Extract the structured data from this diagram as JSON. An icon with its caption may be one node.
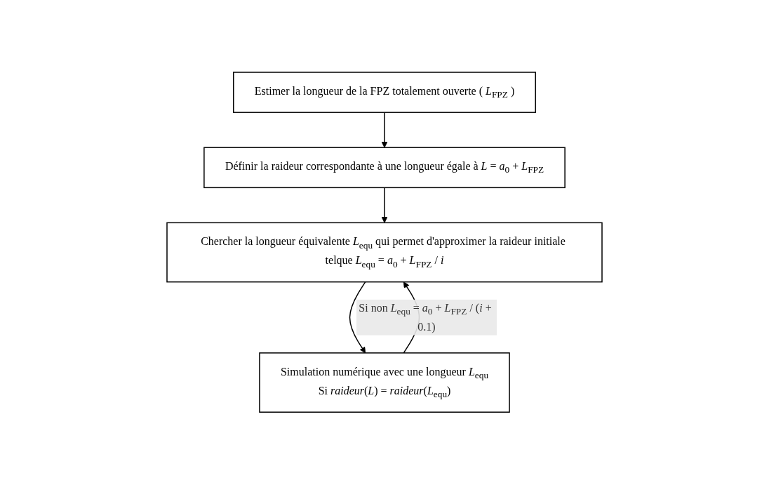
{
  "diagram": {
    "nodes": [
      {
        "text": [
          "Estimer la longueur de la FPZ totalement ouverte ( *L*$_{FPZ}$ )"
        ]
      },
      {
        "text": [
          "Définir la raideur correspondante à une longueur égale à *L* = *a*$_{0}$ + *L*$_{FPZ}$"
        ]
      },
      {
        "text": [
          "Chercher la longueur équivalente *L*$_{equ}$ qui permet d'approximer la raideur initiale telque *L*$_{equ}$ = *a*$_{0}$ + *L*$_{FPZ}$ / *i*"
        ]
      },
      {
        "text": [
          "Simulation numérique avec une longueur *L*$_{equ}$",
          "Si *raideur*(*L*) = *raideur*(*L*$_{equ}$)"
        ]
      }
    ],
    "edges": [
      {
        "from": 0,
        "to": 1,
        "arrow": "to"
      },
      {
        "from": 1,
        "to": 2,
        "arrow": "to"
      },
      {
        "from": 2,
        "to": 3,
        "arrow": "to"
      },
      {
        "from": 3,
        "to": 2,
        "arrow": "to",
        "label": "Si non *L*$_{equ}$ = *a*$_{0}$ + *L*$_{FPZ}$ / (*i* + 0.1)"
      }
    ]
  }
}
